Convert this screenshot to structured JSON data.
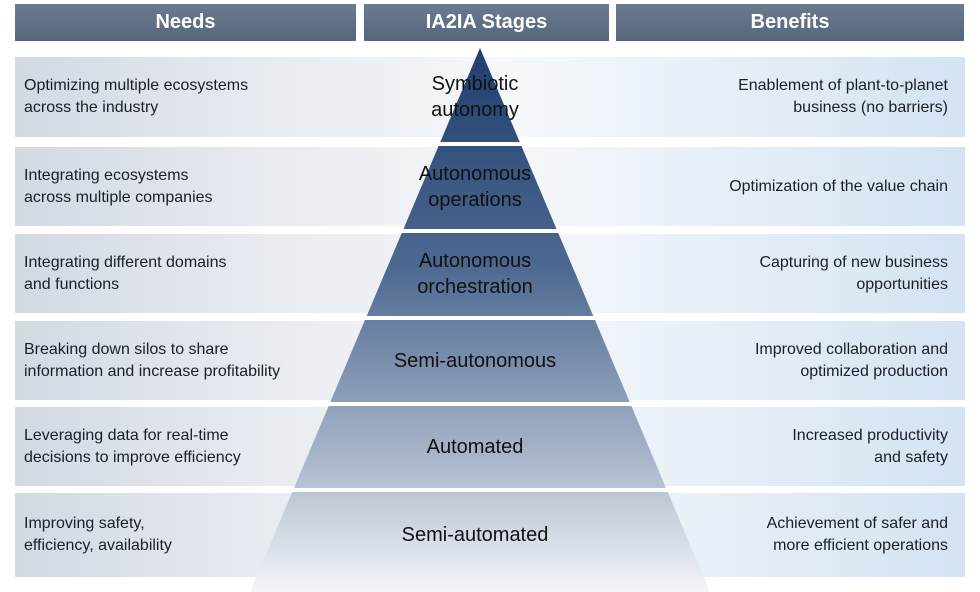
{
  "headers": {
    "needs": "Needs",
    "stages": "IA2IA Stages",
    "benefits": "Benefits"
  },
  "rows": [
    {
      "need": [
        "Optimizing multiple ecosystems",
        "across the industry"
      ],
      "stage": [
        "Symbiotic",
        "autonomy"
      ],
      "benefit": [
        "Enablement of plant-to-planet",
        "business (no barriers)"
      ]
    },
    {
      "need": [
        "Integrating ecosystems",
        "across multiple companies"
      ],
      "stage": [
        "Autonomous",
        "operations"
      ],
      "benefit": [
        "Optimization of the value chain"
      ]
    },
    {
      "need": [
        "Integrating different domains",
        "and functions"
      ],
      "stage": [
        "Autonomous",
        "orchestration"
      ],
      "benefit": [
        "Capturing of new business",
        "opportunities"
      ]
    },
    {
      "need": [
        "Breaking down silos to share",
        "information and increase profitability"
      ],
      "stage": [
        "Semi-autonomous"
      ],
      "benefit": [
        "Improved collaboration and",
        "optimized production"
      ]
    },
    {
      "need": [
        "Leveraging data for real-time",
        "decisions to improve efficiency"
      ],
      "stage": [
        "Automated"
      ],
      "benefit": [
        "Increased productivity",
        "and safety"
      ]
    },
    {
      "need": [
        "Improving safety,",
        "efficiency, availability"
      ],
      "stage": [
        "Semi-automated"
      ],
      "benefit": [
        "Achievement of safer and",
        "more efficient operations"
      ]
    }
  ],
  "colors": {
    "header": "#5e6e83",
    "pyramid_top": "#1f3f6e",
    "pyramid_bottom": "#f3f5f8"
  }
}
